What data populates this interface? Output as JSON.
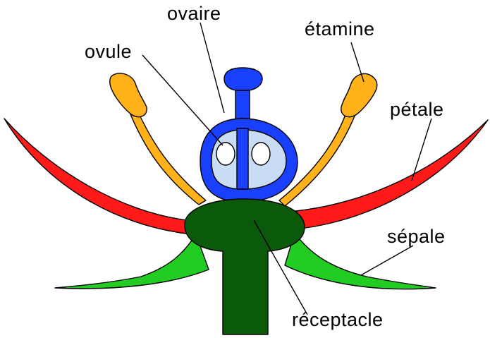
{
  "diagram": {
    "labels": {
      "ovaire": "ovaire",
      "ovule": "ovule",
      "etamine": "étamine",
      "petale": "pétale",
      "sepale": "sépale",
      "receptacle": "réceptacle"
    },
    "colors": {
      "petal": "#ff1a1a",
      "stamen": "#ffb21a",
      "pistil": "#1a40ff",
      "ovary_inner": "#c8dcf4",
      "ovule": "#ffffff",
      "receptacle": "#0b5a0b",
      "sepal": "#22cc22"
    }
  }
}
